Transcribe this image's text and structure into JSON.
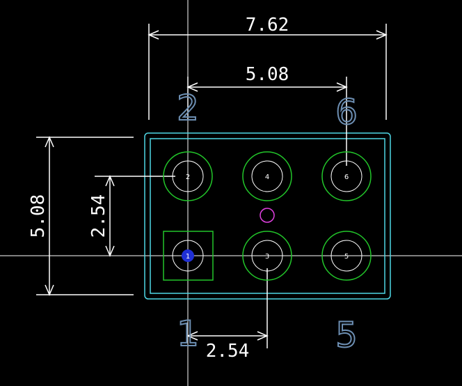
{
  "title": "PCB footprint - 2x3 pin header, 2.54 mm pitch",
  "colors": {
    "background": "#000000",
    "crosshair": "#ffffff",
    "dimension": "#ffffff",
    "outline": "#4fd7e6",
    "pad_ring": "#22c62a",
    "hole": "#ffffff",
    "pin1_square": "#22c62a",
    "pin1_marker": "#1f2fd6",
    "center_marker": "#e040e0",
    "silkscreen_numbers": "#6d8fb3"
  },
  "dimensions": {
    "overall_width": "7.62",
    "pin_span_x": "5.08",
    "overall_height": "5.08",
    "pitch_y": "2.54",
    "pitch_x": "2.54"
  },
  "pads": [
    {
      "number": "1",
      "square": true
    },
    {
      "number": "2",
      "square": false
    },
    {
      "number": "3",
      "square": false
    },
    {
      "number": "4",
      "square": false
    },
    {
      "number": "5",
      "square": false
    },
    {
      "number": "6",
      "square": false
    }
  ],
  "silkscreen_labels": [
    "1",
    "2",
    "5",
    "6"
  ]
}
